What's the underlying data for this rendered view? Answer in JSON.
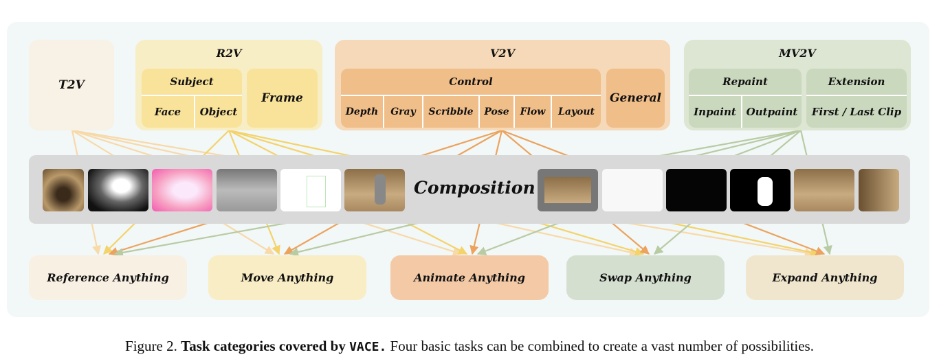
{
  "top": {
    "t2v": "T2V",
    "r2v": {
      "title": "R2V",
      "subject": "Subject",
      "face": "Face",
      "object": "Object",
      "frame": "Frame"
    },
    "v2v": {
      "title": "V2V",
      "control": "Control",
      "items": [
        "Depth",
        "Gray",
        "Scribble",
        "Pose",
        "Flow",
        "Layout"
      ],
      "general": "General"
    },
    "mv2v": {
      "title": "MV2V",
      "repaint": "Repaint",
      "inpaint": "Inpaint",
      "outpaint": "Outpaint",
      "extension": "Extension",
      "clip": "First / Last Clip"
    }
  },
  "composition": "Composition",
  "outputs": [
    "Reference Anything",
    "Move Anything",
    "Animate Anything",
    "Swap Anything",
    "Expand Anything"
  ],
  "caption": {
    "prefix": "Figure 2. ",
    "bold": "Task categories covered by ",
    "mono": "VACE.",
    "rest": " Four basic tasks can be combined to create a vast number of possibilities."
  },
  "colors": {
    "t2v": "#f8d9a8",
    "r2v": "#f3d36a",
    "v2v": "#eba35e",
    "mv2v": "#b8cba3"
  }
}
